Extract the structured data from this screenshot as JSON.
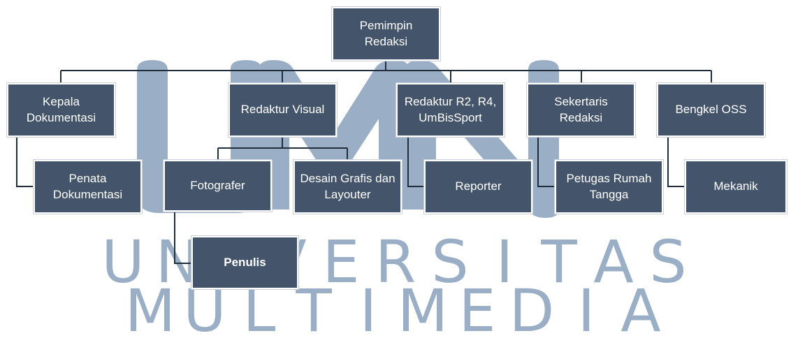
{
  "org_chart": {
    "head": "Pemimpin\nRedaksi",
    "level2": [
      "Kepala\nDokumentasi",
      "Redaktur Visual",
      "Redaktur R2, R4,\nUmBisSport",
      "Sekertaris\nRedaksi",
      "Bengkel OSS"
    ],
    "level3": [
      "Penata\nDokumentasi",
      "Fotografer",
      "Desain Grafis dan\nLayouter",
      "Reporter",
      "Petugas Rumah\nTangga",
      "Mekanik"
    ],
    "level4": [
      "Penulis"
    ]
  },
  "watermark": {
    "logo_letters": "UMN",
    "line1": "UNIVERSITAS",
    "line2": "MULTIMEDIA"
  },
  "colors": {
    "box_fill": "#44546a",
    "box_text": "#ffffff",
    "connector": "#1f2d3d",
    "watermark": "#9aafc5"
  }
}
